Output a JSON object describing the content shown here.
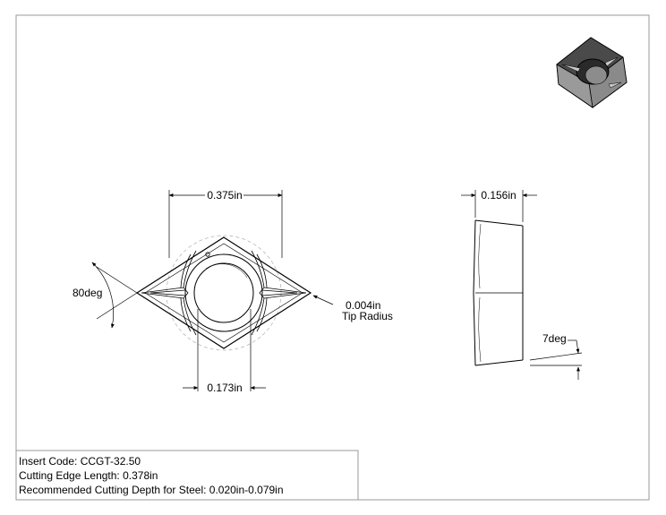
{
  "drawing": {
    "front_view": {
      "width_dim": "0.375in",
      "angle_dim": "80deg",
      "tip_radius_value": "0.004in",
      "tip_radius_label": "Tip Radius",
      "hole_dim": "0.173in"
    },
    "side_view": {
      "thickness_dim": "0.156in",
      "clearance_angle": "7deg"
    }
  },
  "specs": {
    "insert_code": "Insert Code: CCGT-32.50",
    "cutting_edge_length": "Cutting Edge Length: 0.378in",
    "cutting_depth": "Recommended Cutting Depth for Steel: 0.020in-0.079in"
  },
  "colors": {
    "line": "#000000",
    "frame": "#9a9a9a",
    "hidden": "#b8b8b8",
    "iso_dark": "#3c3c3c",
    "iso_mid": "#6e6e6e",
    "iso_light": "#9a9a9a"
  }
}
